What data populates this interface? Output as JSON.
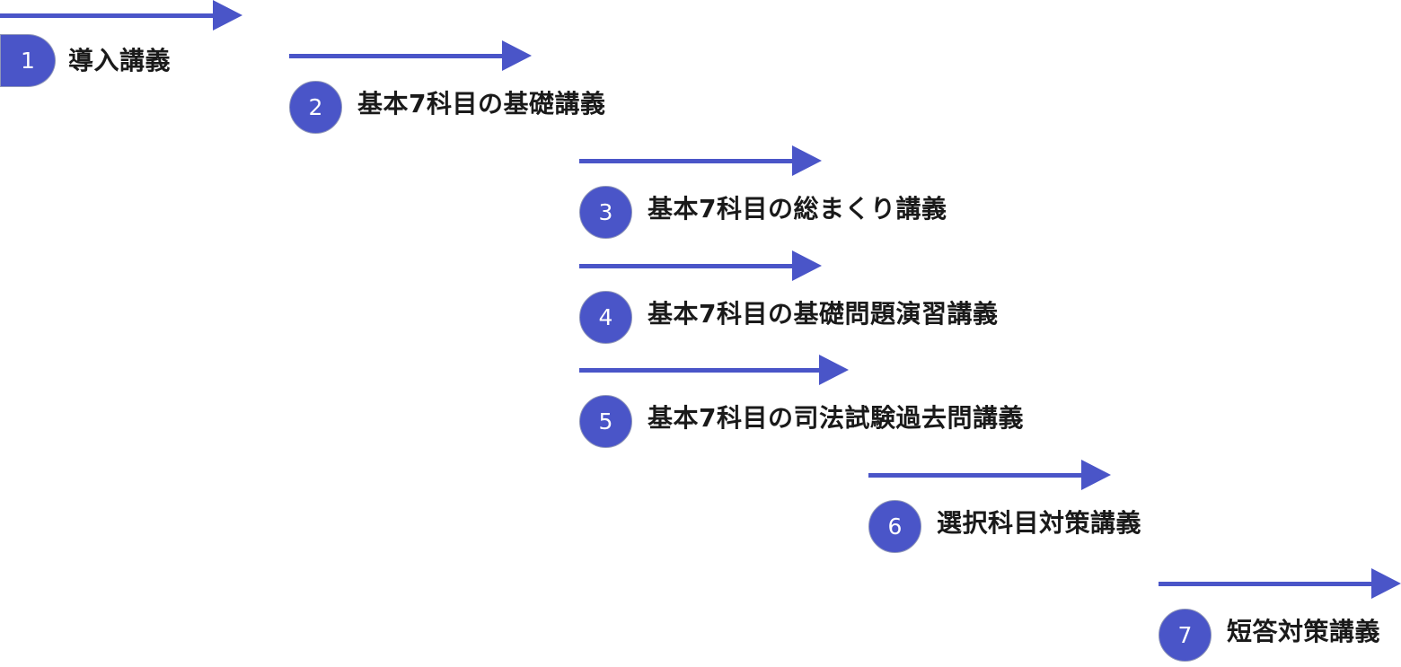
{
  "colors": {
    "accent": "#4a55c8",
    "badge_border": "#8f96b8",
    "text": "#1a1a1a"
  },
  "steps": [
    {
      "number": "1",
      "label": "導入講義"
    },
    {
      "number": "2",
      "label": "基本7科目の基礎講義"
    },
    {
      "number": "3",
      "label": "基本7科目の総まくり講義"
    },
    {
      "number": "4",
      "label": "基本7科目の基礎問題演習講義"
    },
    {
      "number": "5",
      "label": "基本7科目の司法試験過去問講義"
    },
    {
      "number": "6",
      "label": "選択科目対策講義"
    },
    {
      "number": "7",
      "label": "短答対策講義"
    }
  ]
}
